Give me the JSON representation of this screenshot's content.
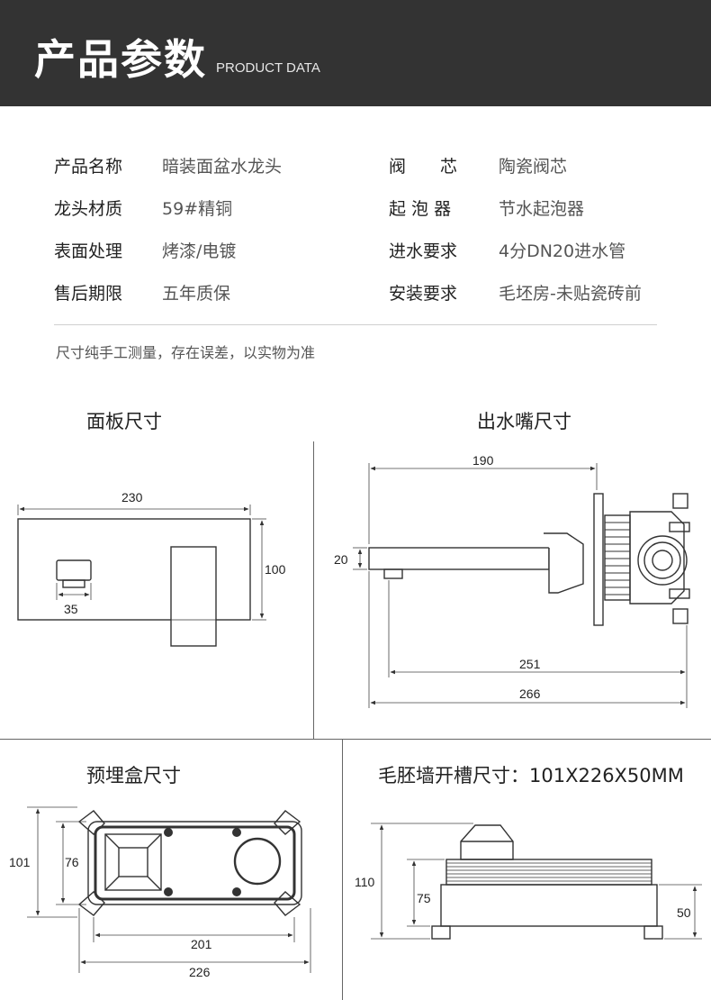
{
  "header": {
    "title": "产品参数",
    "subtitle": "PRODUCT DATA"
  },
  "specs": [
    {
      "label": "产品名称",
      "value": "暗装面盆水龙头"
    },
    {
      "label": "阀　　芯",
      "value": "陶瓷阀芯"
    },
    {
      "label": "龙头材质",
      "value": "59#精铜"
    },
    {
      "label": "起 泡 器",
      "value": "节水起泡器"
    },
    {
      "label": "表面处理",
      "value": "烤漆/电镀"
    },
    {
      "label": "进水要求",
      "value": "4分DN20进水管"
    },
    {
      "label": "售后期限",
      "value": "五年质保"
    },
    {
      "label": "安装要求",
      "value": "毛坯房-未贴瓷砖前"
    }
  ],
  "note": "尺寸纯手工测量，存在误差，以实物为准",
  "sections": {
    "panel": {
      "title": "面板尺寸",
      "dims": {
        "width": "230",
        "height": "100",
        "handle": "35"
      }
    },
    "spout": {
      "title": "出水嘴尺寸",
      "dims": {
        "top": "190",
        "height": "20",
        "mid": "251",
        "bottom": "266"
      }
    },
    "box": {
      "title": "预埋盒尺寸",
      "dims": {
        "outer_h": "101",
        "inner_h": "76",
        "inner_w": "201",
        "outer_w": "226"
      }
    },
    "wall": {
      "title": "毛胚墙开槽尺寸：101X226X50MM",
      "dims": {
        "total_h": "110",
        "mid_h": "75",
        "right_h": "50"
      }
    }
  }
}
